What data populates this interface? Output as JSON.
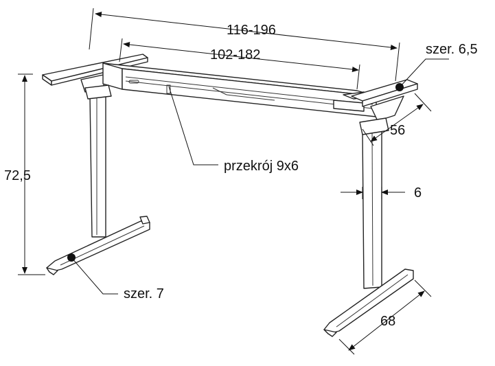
{
  "labels": {
    "overall_width": "116-196",
    "inner_width": "102-182",
    "height": "72,5",
    "cross_section": "przekrój 9x6",
    "top_bracket_width": "szer. 6,5",
    "top_depth": "56",
    "leg_thickness": "6",
    "foot_width": "szer. 7",
    "foot_depth": "68"
  }
}
